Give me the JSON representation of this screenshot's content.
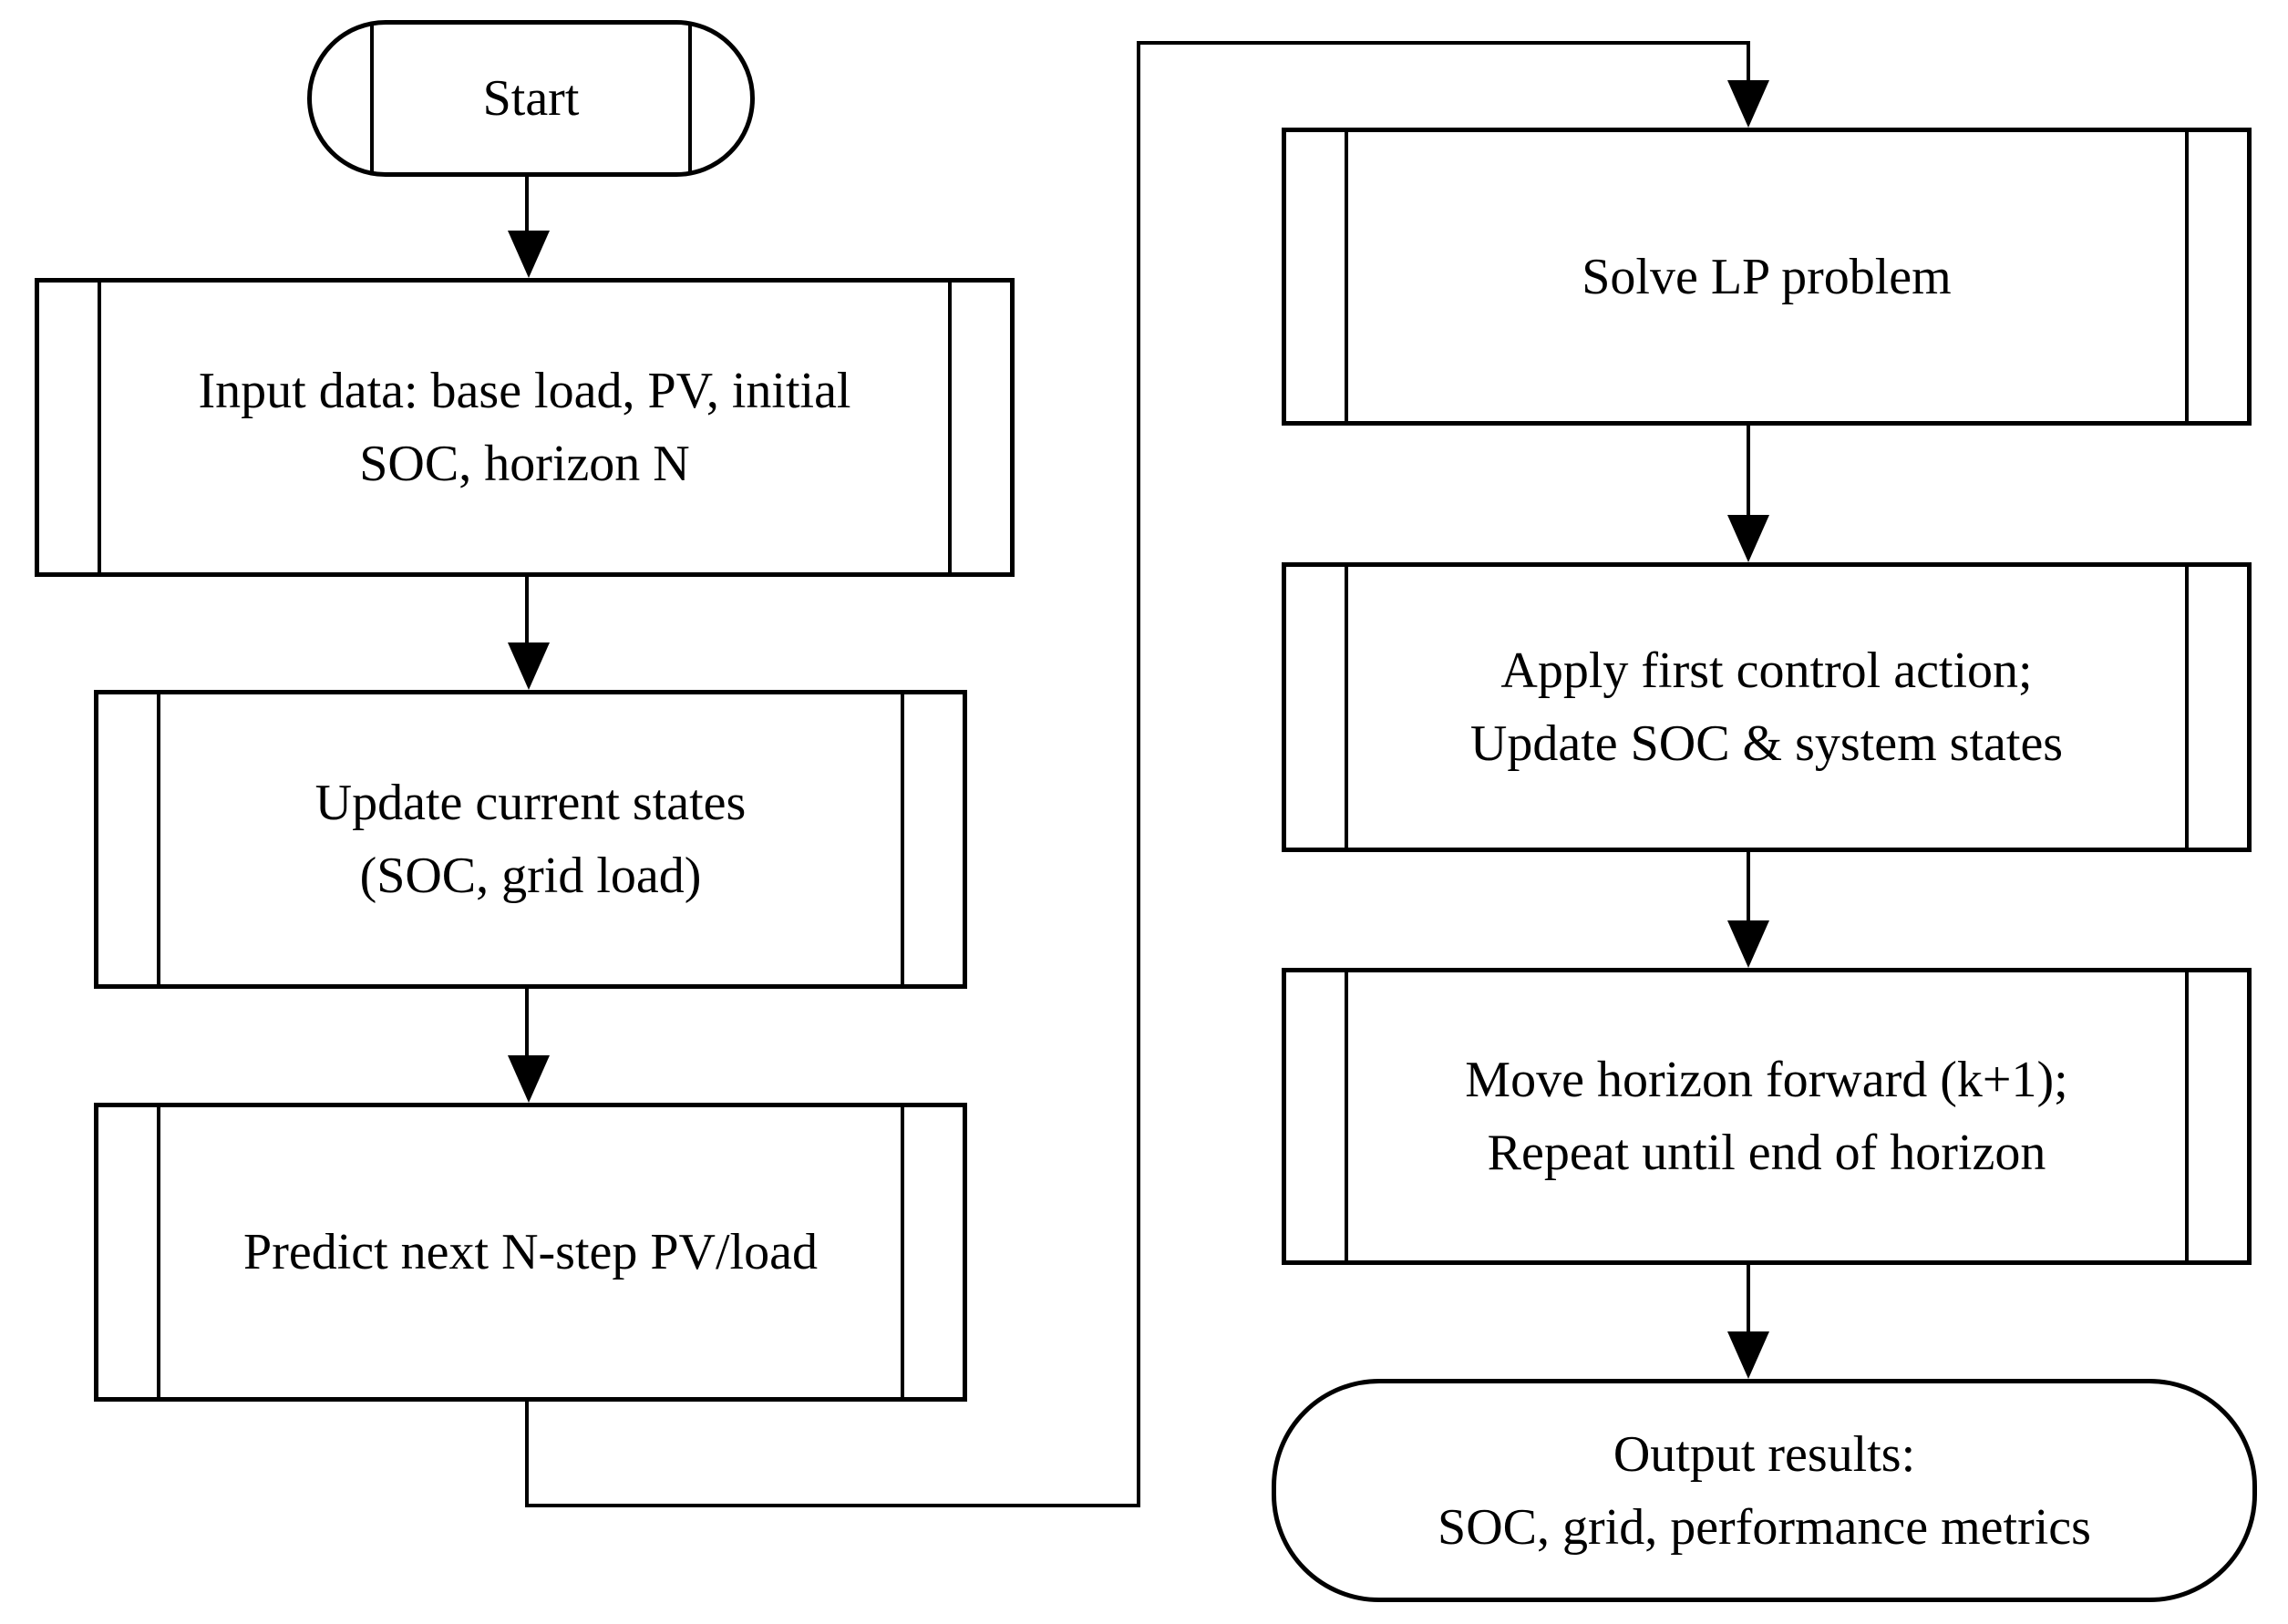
{
  "colors": {
    "ink": "#000000",
    "paper": "#ffffff"
  },
  "flowchart": {
    "start": {
      "label": "Start"
    },
    "input": {
      "line1": "Input data: base load, PV, initial",
      "line2": "SOC, horizon N"
    },
    "update": {
      "line1": "Update current states",
      "line2": "(SOC, grid load)"
    },
    "predict": {
      "line1": "Predict next N-step PV/load"
    },
    "solve": {
      "line1": "Solve LP problem"
    },
    "apply": {
      "line1": "Apply first control action;",
      "line2": "Update SOC & system states"
    },
    "move": {
      "line1": "Move horizon forward (k+1);",
      "line2": "Repeat until end of horizon"
    },
    "output": {
      "line1": "Output results:",
      "line2": "SOC, grid, performance metrics"
    }
  }
}
